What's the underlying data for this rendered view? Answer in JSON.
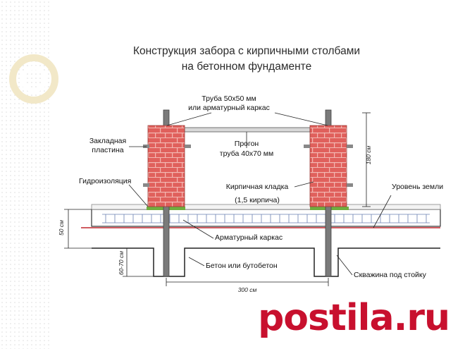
{
  "title_line1": "Конструкция забора с кирпичными столбами",
  "title_line2": "на бетонном фундаменте",
  "labels": {
    "pipe_line1": "Труба 50х50 мм",
    "pipe_line2": "или арматурный каркас",
    "plate_line1": "Закладная",
    "plate_line2": "пластина",
    "purlin_line1": "Прогон",
    "purlin_line2": "труба 40х70 мм",
    "waterproofing": "Гидроизоляция",
    "brickwork_line1": "Кирпичная кладка",
    "brickwork_line2": "(1,5 кирпича)",
    "ground_level": "Уровень земли",
    "rebar_cage": "Арматурный каркас",
    "concrete": "Бетон или бутобетон",
    "borehole": "Скважина под стойку"
  },
  "dimensions": {
    "height": "180 см",
    "strip_depth": "50 см",
    "pile_depth": "60-70 см",
    "span": "300 см"
  },
  "colors": {
    "brick": "#e0605c",
    "mortar": "#f3b7b2",
    "post": "#7a7a7a",
    "ground_line": "#c0272d",
    "waterproofing": "#6fae3f",
    "watermark": "#c8102e"
  },
  "watermark": "postila.ru"
}
